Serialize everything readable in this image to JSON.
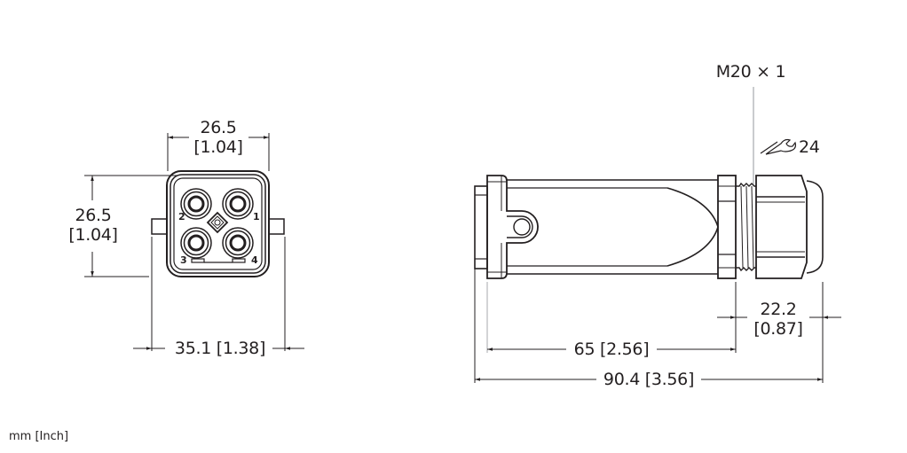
{
  "drawing": {
    "units_note": "mm [Inch]",
    "front_view": {
      "width_dim": {
        "mm": "26.5",
        "inch": "[1.04]"
      },
      "height_dim": {
        "mm": "26.5",
        "inch": "[1.04]"
      },
      "overall_width_dim": {
        "label": "35.1 [1.38]"
      },
      "pin_labels": [
        "1",
        "2",
        "3",
        "4"
      ]
    },
    "side_view": {
      "thread_label": "M20 × 1",
      "wrench_size": "24",
      "gland_length_dim": {
        "mm": "22.2",
        "inch": "[0.87]"
      },
      "body_length_dim": {
        "label": "65 [2.56]"
      },
      "overall_length_dim": {
        "label": "90.4 [3.56]"
      }
    }
  },
  "colors": {
    "line": "#231f20",
    "leader": "#a7a9ac",
    "background": "#ffffff"
  }
}
